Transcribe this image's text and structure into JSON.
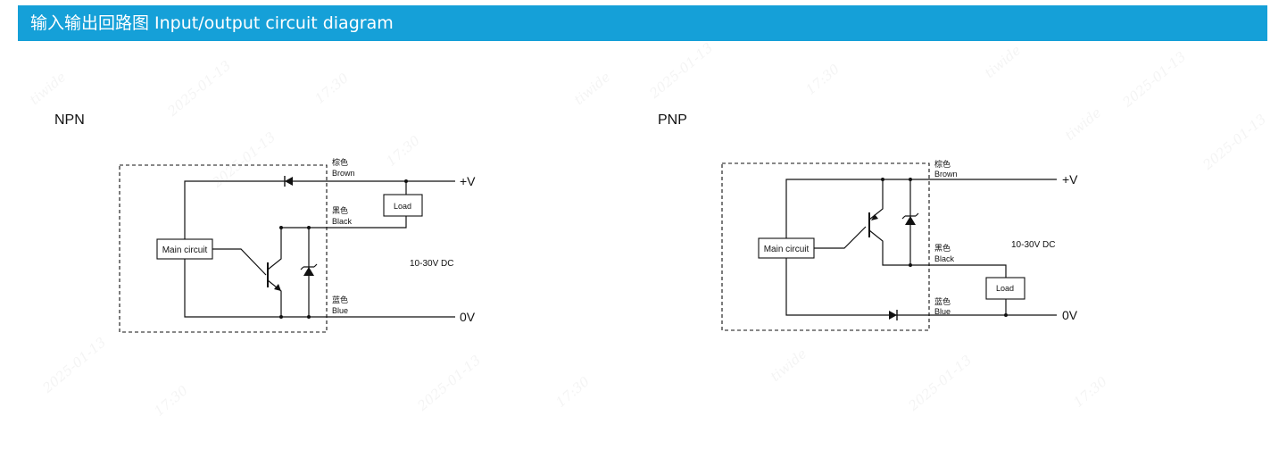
{
  "header": {
    "title": "输入输出回路图 Input/output circuit diagram"
  },
  "colors": {
    "header_bg": "#15a0d8",
    "header_text": "#ffffff",
    "line": "#111111"
  },
  "npn": {
    "label": "NPN",
    "main_circuit": "Main circuit",
    "load": "Load",
    "brown_cn": "棕色",
    "brown_en": "Brown",
    "black_cn": "黑色",
    "black_en": "Black",
    "blue_cn": "蓝色",
    "blue_en": "Blue",
    "vplus": "+V",
    "zero": "0V",
    "supply": "10-30V  DC"
  },
  "pnp": {
    "label": "PNP",
    "main_circuit": "Main circuit",
    "load": "Load",
    "brown_cn": "棕色",
    "brown_en": "Brown",
    "black_cn": "黑色",
    "black_en": "Black",
    "blue_cn": "蓝色",
    "blue_en": "Blue",
    "vplus": "+V",
    "zero": "0V",
    "supply": "10-30V  DC"
  },
  "watermark": {
    "name": "tiwide",
    "date": "2025-01-13",
    "time": "17:30"
  }
}
